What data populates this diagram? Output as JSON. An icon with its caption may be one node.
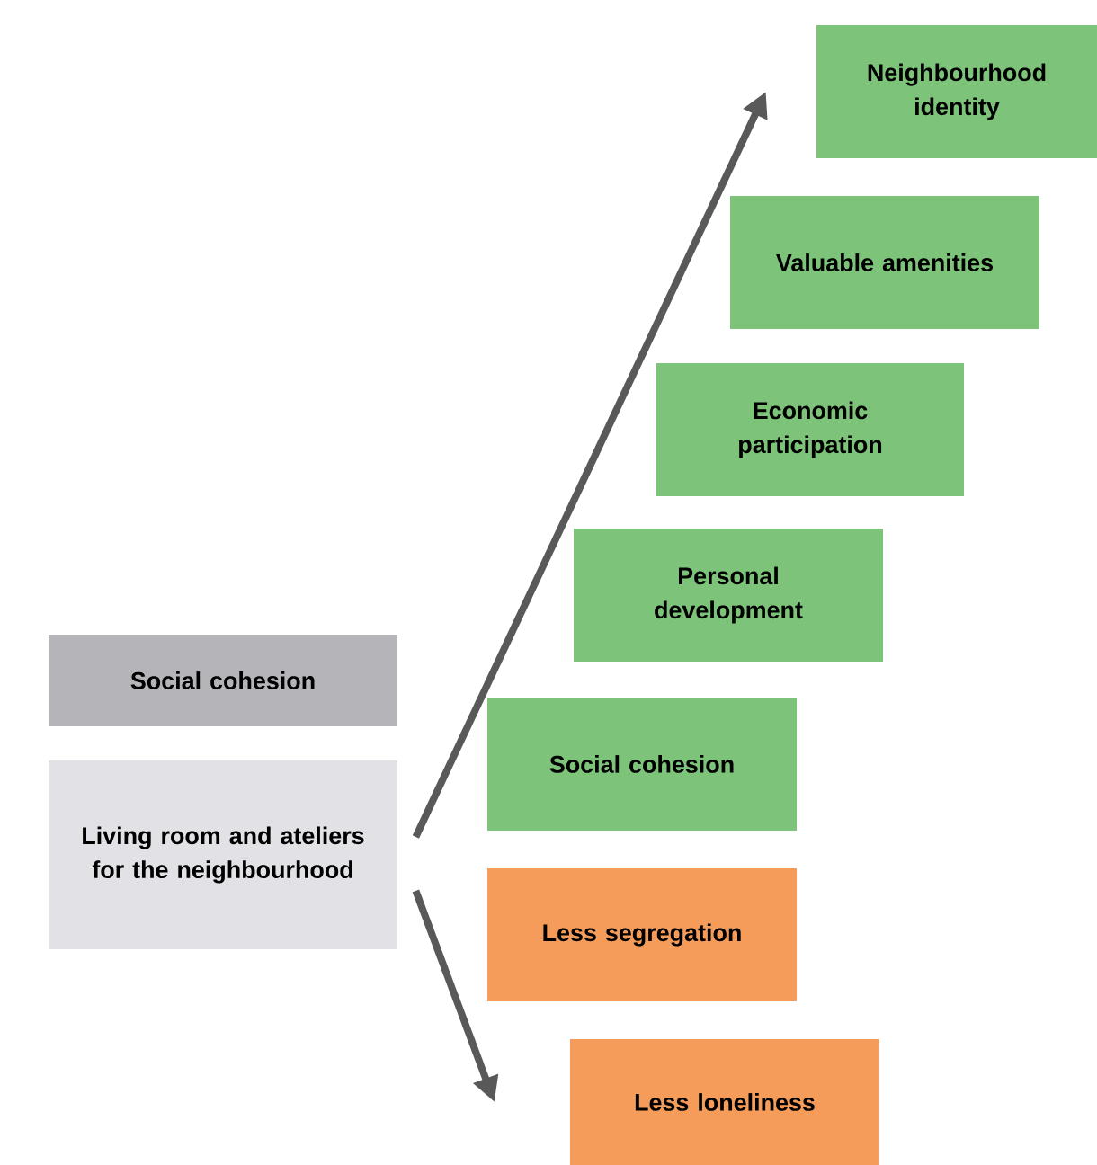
{
  "diagram": {
    "nodes": [
      {
        "text": [
          "Social cohesion"
        ]
      },
      {
        "text": [
          "Living room and ateliers for the neighbourhood"
        ]
      },
      {
        "text": [
          "Neighbourhood identity"
        ]
      },
      {
        "text": [
          "Valuable amenities"
        ]
      },
      {
        "text": [
          "Economic participation"
        ]
      },
      {
        "text": [
          "Personal development"
        ]
      },
      {
        "text": [
          "Social cohesion"
        ]
      },
      {
        "text": [
          "Less segregation"
        ]
      },
      {
        "text": [
          "Less loneliness"
        ]
      }
    ],
    "edges": [
      {
        "from": 1,
        "to": 2,
        "arrow": "to"
      },
      {
        "from": 1,
        "to": 8,
        "arrow": "to"
      }
    ]
  }
}
